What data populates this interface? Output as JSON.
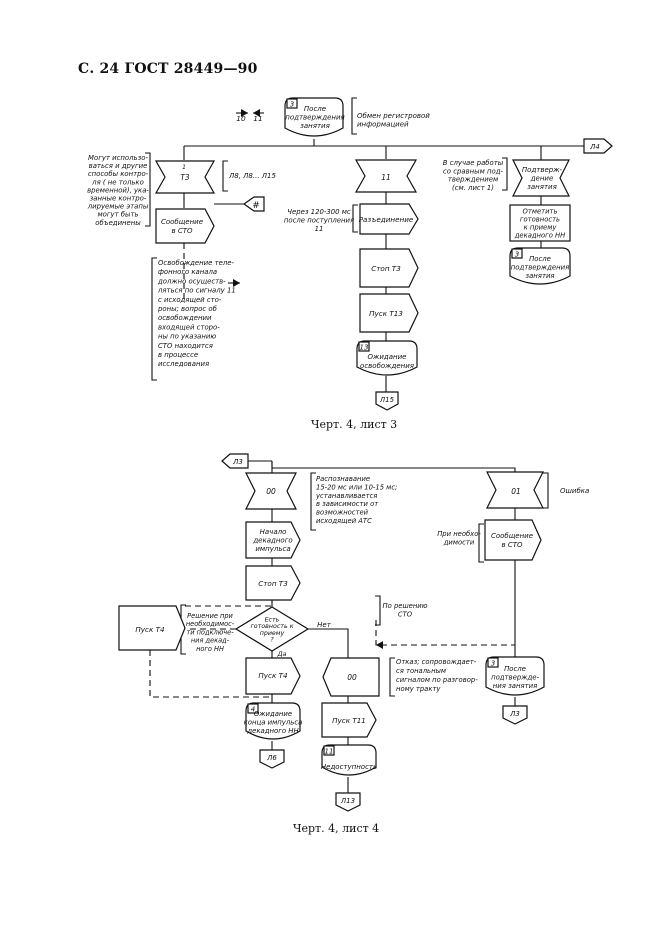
{
  "header": {
    "title": "С. 24 ГОСТ 28449—90"
  },
  "captions": {
    "sheet3": "Черт.  4, лист 3",
    "sheet4": "Черт. 4, лист 4"
  },
  "sheet3": {
    "top_box": {
      "num": "3",
      "lines": [
        "После",
        "подтверждения",
        "занятия"
      ]
    },
    "signals_left": [
      "10",
      "11"
    ],
    "top_note": [
      "Обмен регистровой",
      "информацией"
    ],
    "connector_right": "Л4",
    "left_branch": {
      "receive_label": "Т3",
      "receive_num": "1",
      "receive_side": "Л8, Л8... Л15",
      "hash_connector": "#",
      "comment": [
        "Могут использо-",
        "ваться и другие",
        "способы контро-",
        "ля ( не только",
        "временной), ука-",
        "занные контро-",
        "лируемые этапы",
        "могут быть",
        "объединены"
      ],
      "send_box": [
        "Сообщение",
        "в СТО"
      ],
      "release_note": [
        "Освобождение теле-",
        "фонного канала",
        "должно осуществ-",
        "ляться по сигналу 11",
        "с исходящей сто-",
        "роны; вопрос об",
        "освобождении",
        "входящей сторо-",
        "ны по указанию",
        "СТО находится",
        "в процессе",
        "исследования"
      ]
    },
    "middle_branch": {
      "receive_label": "11",
      "time_note": [
        "Через  120-300 мс",
        "после поступления",
        "11"
      ],
      "send1": "Разъединение",
      "send2": "Стоп Т3",
      "send3": "Пуск Т13",
      "wait_num": "13",
      "wait_box": [
        "Ожидание",
        "освобождения"
      ],
      "connector": "Л15"
    },
    "right_branch": {
      "note": [
        "В случае работы",
        "со сравным под-",
        "тверждением",
        "(см. лист 1)"
      ],
      "receive_box": [
        "Подтверж-",
        "дение",
        "занятия"
      ],
      "task_box": [
        "Отметить",
        "готовность",
        "к приему",
        "декадного НН"
      ],
      "state_num": "3",
      "state_box": [
        "После",
        "подтверждения",
        "занятия"
      ]
    }
  },
  "sheet4": {
    "connector_in": "Л3",
    "left": {
      "receive": "00",
      "receive_note": [
        "Распознавание",
        "15-20 мс или 10-15 мс;",
        "устанавливается",
        "в зависимости от",
        "возможностей",
        "исходящей АТС"
      ],
      "task1": [
        "Начало",
        "декадного",
        "импульса"
      ],
      "send_stop": "Стоп Т3",
      "decision": [
        "Есть",
        "готовность к",
        "приему",
        "?"
      ],
      "yes_label": "Да",
      "no_label": "Нет",
      "decision_note": [
        "Решение при",
        "необходимос-",
        "ти подключе-",
        "ния декад-",
        "ного НН"
      ],
      "pusk_left": "Пуск Т4",
      "pusk_bottom": "Пуск Т4",
      "wait_num": "4",
      "wait_box": [
        "Ожидание",
        "конца импульса",
        "декадного НН"
      ],
      "connector_l6": "Л6",
      "cto_note": [
        "По решению",
        "СТО"
      ]
    },
    "center": {
      "send00": "00",
      "send00_note": [
        "Отказ; сопровождает-",
        "ся тональным",
        "сигналом по разговор-",
        "ному тракту"
      ],
      "pusk": "Пуск Т11",
      "state_num": "11",
      "state": "Недоступность",
      "connector": "Л13"
    },
    "right": {
      "receive": "01",
      "receive_note": "Ошибка",
      "send_box": [
        "Сообщение",
        "в СТО"
      ],
      "send_note": [
        "При необхо-",
        "димости"
      ],
      "state_num": "3",
      "state_box": [
        "После",
        "подтвержде-",
        "ния занятия"
      ],
      "connector": "Л3"
    }
  }
}
